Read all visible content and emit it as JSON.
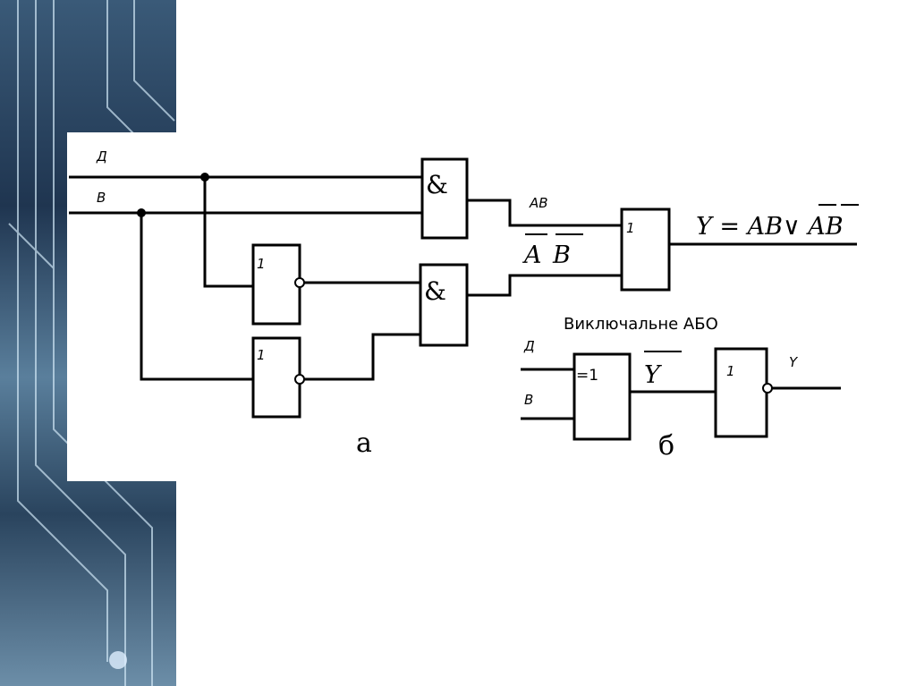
{
  "diagram_a": {
    "input_a": "Д",
    "input_b": "B",
    "and_symbol": "&",
    "or_symbol": "1",
    "not_symbol": "1",
    "label_ab": "AB",
    "label_not_a": "A",
    "label_not_b": "B",
    "formula": "Y = AB∨ AB",
    "caption": "а"
  },
  "diagram_b": {
    "title": "Виключальне АБО",
    "input_a": "Д",
    "input_b": "B",
    "xor_symbol": "=1",
    "not_symbol": "1",
    "label_not_y": "Y",
    "output": "Y",
    "caption": "б"
  }
}
